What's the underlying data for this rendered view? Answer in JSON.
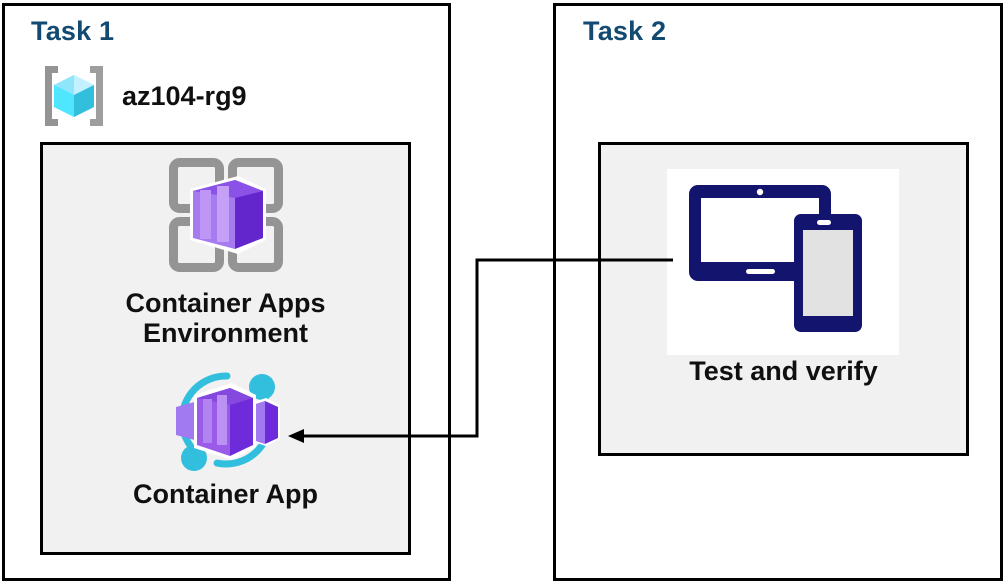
{
  "diagram": {
    "title": "Azure Container Apps lab diagram",
    "background": "#ffffff",
    "panel_border_color": "#000000",
    "inner_box_fill": "#f1f1f1",
    "heading_color": "#134A72",
    "label_color": "#101010"
  },
  "task1": {
    "title": "Task 1",
    "resource_group": {
      "label": "az104-rg9",
      "icon": "resource-group-icon",
      "icon_colors": {
        "cube": "#50E6FF",
        "cube_dark": "#32BEDD",
        "brackets": "#949494"
      }
    },
    "nodes": [
      {
        "id": "container-apps-environment",
        "label": "Container Apps\nEnvironment",
        "icon": "container-apps-environment-icon",
        "icon_colors": {
          "frame": "#949494",
          "box_light": "#B77AF4",
          "box_mid": "#8661C5",
          "box_dark": "#5E2BC4"
        }
      },
      {
        "id": "container-app",
        "label": "Container App",
        "icon": "container-app-icon",
        "icon_colors": {
          "ring": "#32BEDD",
          "box_light": "#A179F0",
          "box_mid": "#9A5BE8",
          "box_dark": "#6E2BD9"
        }
      }
    ]
  },
  "task2": {
    "title": "Task 2",
    "nodes": [
      {
        "id": "test-and-verify",
        "label": "Test and verify",
        "icon": "devices-icon",
        "icon_colors": {
          "device": "#13146E",
          "screen": "#e2e2e2",
          "plate": "#ffffff"
        }
      }
    ]
  },
  "connector": {
    "id": "test-to-container-app",
    "from": "test-and-verify",
    "to": "container-app",
    "direction": "arrow-left",
    "color": "#000000",
    "style": "orthogonal-elbow"
  }
}
